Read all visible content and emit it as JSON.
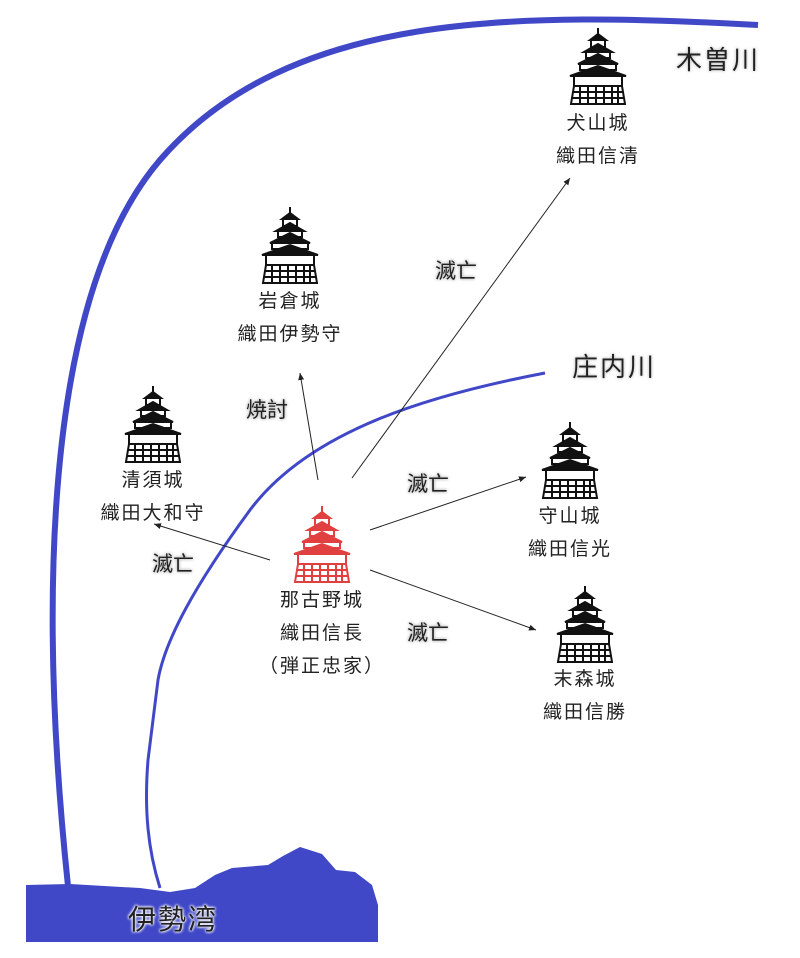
{
  "colors": {
    "water": "#4048c8",
    "castle": "#111111",
    "main_castle": "#e04040"
  },
  "rivers": {
    "kiso": "木曽川",
    "shonai": "庄内川",
    "bay": "伊勢湾"
  },
  "castles": [
    {
      "id": "inuyama",
      "name": "犬山城",
      "lord": "織田信清"
    },
    {
      "id": "iwakura",
      "name": "岩倉城",
      "lord": "織田伊勢守"
    },
    {
      "id": "kiyosu",
      "name": "清須城",
      "lord": "織田大和守"
    },
    {
      "id": "nagoya",
      "name": "那古野城",
      "lord": "織田信長",
      "note": "（弾正忠家）"
    },
    {
      "id": "moriyama",
      "name": "守山城",
      "lord": "織田信光"
    },
    {
      "id": "suemori",
      "name": "末森城",
      "lord": "織田信勝"
    }
  ],
  "actions": {
    "iwakura": "焼討",
    "inuyama": "滅亡",
    "kiyosu": "滅亡",
    "moriyama": "滅亡",
    "suemori": "滅亡"
  }
}
